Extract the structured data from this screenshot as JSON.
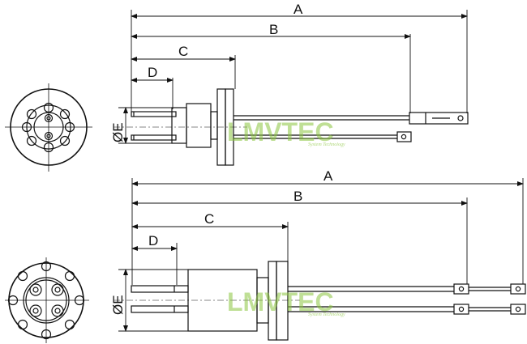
{
  "diagram": {
    "top": {
      "labels": {
        "a": "A",
        "b": "B",
        "c": "C",
        "d": "D",
        "e": "ØE"
      }
    },
    "bottom": {
      "labels": {
        "a": "A",
        "b": "B",
        "c": "C",
        "d": "D",
        "e": "ØE"
      }
    },
    "watermark": {
      "brand": "LMVTEC",
      "tagline": "System Technology"
    },
    "colors": {
      "line": "#111111",
      "watermark": "#8cc63f"
    }
  }
}
